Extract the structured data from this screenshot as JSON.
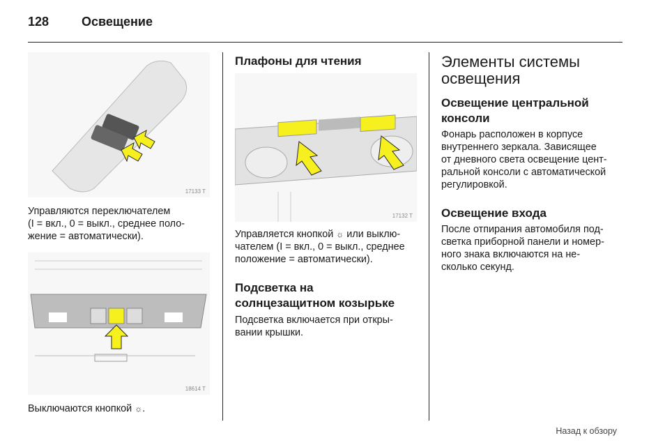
{
  "header": {
    "page_number": "128",
    "section_title": "Освещение"
  },
  "col1": {
    "figure1": {
      "id": "17133 T"
    },
    "caption1": [
      "Управляются переключателем",
      "(I = вкл., 0 = выкл., среднее поло-",
      "жение = автоматически)."
    ],
    "figure2": {
      "id": "18614 T"
    },
    "caption2": "Выключаются кнопкой ",
    "caption2_end": "."
  },
  "col2": {
    "heading1": "Плафоны для чтения",
    "figure": {
      "id": "17132 T"
    },
    "text1_a": "Управляется кнопкой ",
    "text1_b": " или выклю-",
    "text1_lines": [
      "чателем (I = вкл., 0 = выкл., среднее",
      "положение = автоматически)."
    ],
    "heading2": [
      "Подсветка на",
      "солнцезащитном козырьке"
    ],
    "text2": [
      "Подсветка включается при откры-",
      "вании крышки."
    ]
  },
  "col3": {
    "title": [
      "Элементы системы",
      "освещения"
    ],
    "heading1": [
      "Освещение центральной",
      "консоли"
    ],
    "text1": [
      "Фонарь расположен в корпусе",
      "внутреннего зеркала. Зависящее",
      "от дневного света освещение цент-",
      "ральной консоли с автоматической",
      "регулировкой."
    ],
    "heading2": "Освещение входа",
    "text2": [
      "После отпирания автомобиля под-",
      "светка приборной панели и номер-",
      "ного знака включаются на не-",
      "сколько секунд."
    ]
  },
  "footer": {
    "back_link": "Назад к обзору"
  },
  "colors": {
    "arrow": "#f5f01e",
    "text": "#1a1a1a"
  }
}
